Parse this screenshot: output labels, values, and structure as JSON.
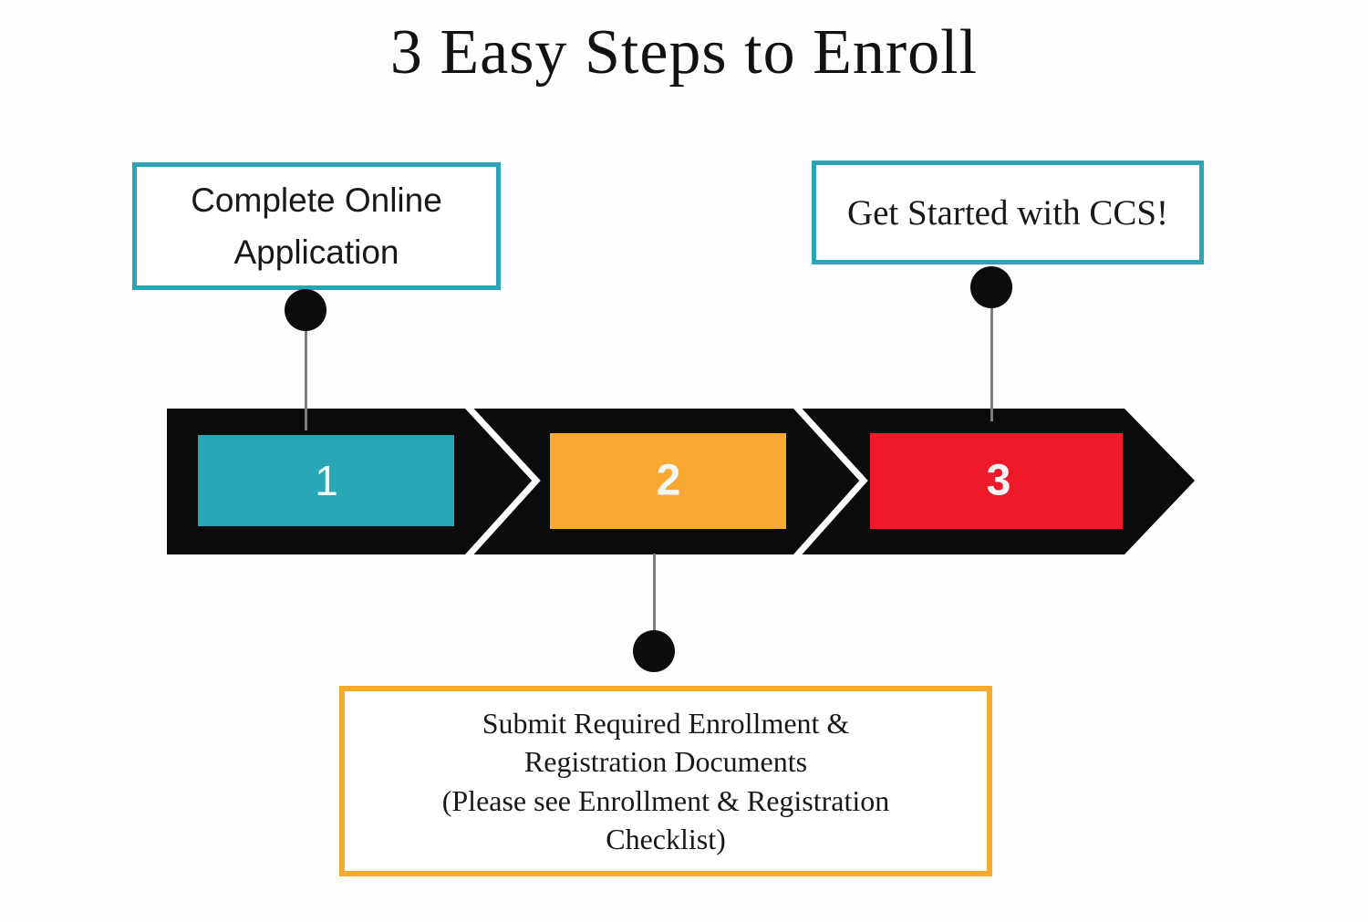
{
  "title": "3 Easy Steps to Enroll",
  "callouts": {
    "step1": {
      "text": "Complete Online Application"
    },
    "step2": {
      "lines": [
        "Submit Required Enrollment &",
        "Registration Documents",
        "(Please see Enrollment & Registration",
        "Checklist)"
      ]
    },
    "step3": {
      "text": "Get Started with CCS!"
    }
  },
  "steps": [
    {
      "number": "1",
      "color": "#29a7b6"
    },
    {
      "number": "2",
      "color": "#f7a933"
    },
    {
      "number": "3",
      "color": "#ee1a2b"
    }
  ],
  "colors": {
    "banner_black": "#0b0b0b",
    "callout_border_teal": "#2ba4b6",
    "callout_border_orange": "#f6a92c",
    "connector_gray": "#7d7d7d",
    "background": "#fefefe"
  }
}
